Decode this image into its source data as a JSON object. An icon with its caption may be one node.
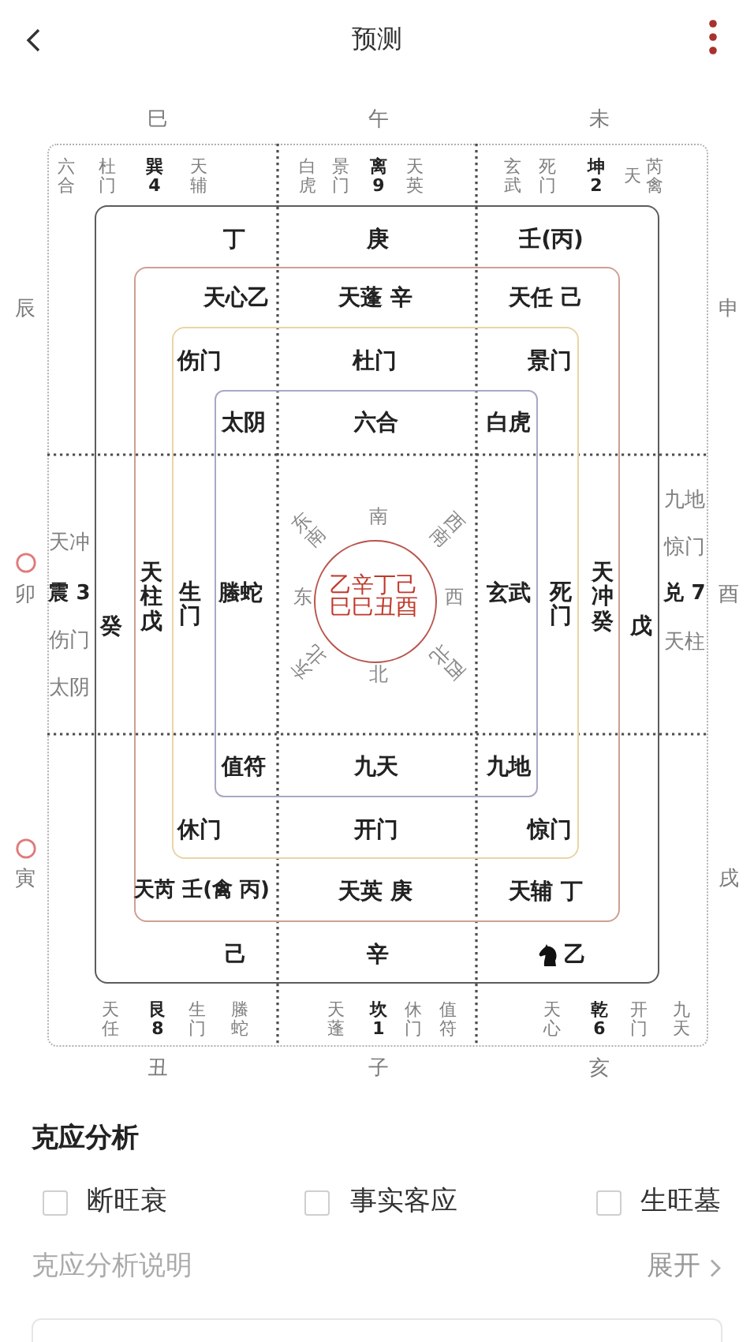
{
  "diagram": {
    "title": "预测",
    "nodes": [
      {
        "text": [
          "六合",
          "杜门",
          "巽4",
          "天辅",
          "白虎",
          "景门",
          "离9",
          "天英",
          "玄武",
          "死门",
          "坤2",
          "天芮禽",
          "天冲",
          "震 3",
          "伤门",
          "太阴",
          "九地",
          "惊门",
          "兑 7",
          "天柱",
          "天任",
          "艮8",
          "生门",
          "螣蛇",
          "天蓬",
          "坎1",
          "休门",
          "值符",
          "天心",
          "乾6",
          "开门",
          "九天"
        ]
      },
      {
        "text": [
          "丁",
          "庚",
          "壬(丙)",
          "癸",
          "戊",
          "己",
          "辛",
          "乙"
        ],
        "in": 0
      },
      {
        "text": [
          "天心乙",
          "天蓬 辛",
          "天任 己",
          "天柱戊",
          "天冲癸",
          "天芮 壬(禽 丙)",
          "天英 庚",
          "天辅 丁"
        ],
        "in": 1
      },
      {
        "text": [
          "伤门",
          "杜门",
          "景门",
          "生门",
          "死门",
          "休门",
          "开门",
          "惊门"
        ],
        "in": 2
      },
      {
        "text": [
          "太阴",
          "六合",
          "白虎",
          "螣蛇",
          "玄武",
          "值符",
          "九天",
          "九地"
        ],
        "in": 3
      },
      {
        "text": [
          "乙辛丁己巳巳丑酉"
        ],
        "in": 4,
        "beside": [
          "东南",
          "南",
          "西南",
          "东",
          "西",
          "东北",
          "北",
          "西北"
        ]
      },
      {
        "text": [],
        "shape": "box"
      }
    ],
    "labels": [
      "巳",
      "午",
      "未",
      "辰",
      "申",
      "卯",
      "酉",
      "寅",
      "戌",
      "丑",
      "子",
      "亥",
      "克应分析",
      "断旺衰",
      "事实客应",
      "生旺墓",
      "克应分析说明",
      "展开"
    ]
  }
}
